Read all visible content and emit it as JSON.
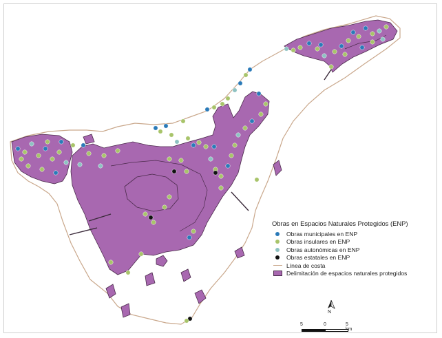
{
  "legend": {
    "title": "Obras en Espacios Naturales Protegidos (ENP)",
    "items": [
      {
        "label": "Obras municipales en ENP",
        "symbol": "dot",
        "color": "#2a7ab8"
      },
      {
        "label": "Obras insulares en ENP",
        "symbol": "dot",
        "color": "#a8c46a"
      },
      {
        "label": "Obras autonómicas en ENP",
        "symbol": "dot",
        "color": "#8ec2c2"
      },
      {
        "label": "Obras estatales en ENP",
        "symbol": "dot",
        "color": "#111111"
      },
      {
        "label": "Línea de costa",
        "symbol": "line",
        "color": "#c9a78b"
      },
      {
        "label": "Delimitación de espacios naturales protegidos",
        "symbol": "box",
        "color": "#a868b0"
      }
    ]
  },
  "north_arrow": {
    "label": "N"
  },
  "scale_bar": {
    "labels": [
      "5",
      "0",
      "5 km"
    ]
  },
  "colors": {
    "protected_fill": "#a868b0",
    "protected_outline": "#4a2a4a",
    "coast": "#c9a78b",
    "municipal": "#2a7ab8",
    "insular": "#a8c46a",
    "autonomic": "#8ec2c2",
    "state": "#111111"
  }
}
